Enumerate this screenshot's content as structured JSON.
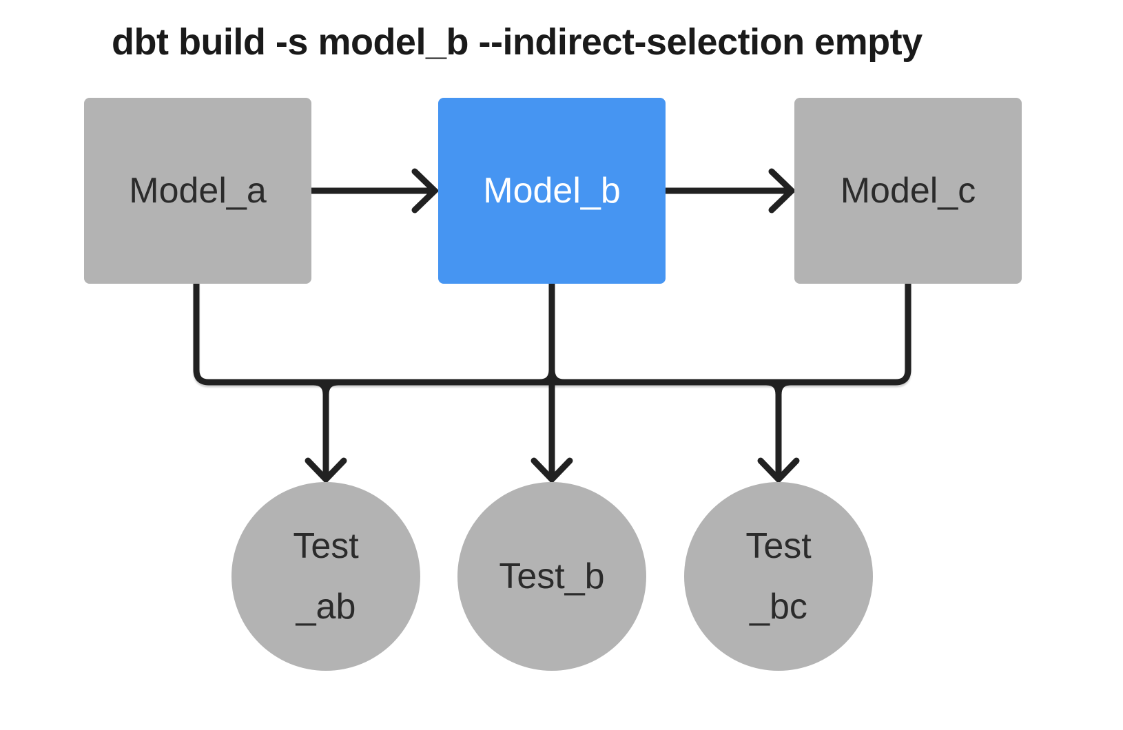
{
  "title": "dbt build -s model_b --indirect-selection empty",
  "nodes": {
    "models": [
      {
        "label": "Model_a",
        "selected": false
      },
      {
        "label": "Model_b",
        "selected": true
      },
      {
        "label": "Model_c",
        "selected": false
      }
    ],
    "tests": [
      {
        "line1": "Test",
        "line2": "_ab"
      },
      {
        "line1": "Test_b",
        "line2": ""
      },
      {
        "line1": "Test",
        "line2": "_bc"
      }
    ]
  },
  "edges": [
    {
      "from": "Model_a",
      "to": "Model_b",
      "style": "arrow"
    },
    {
      "from": "Model_b",
      "to": "Model_c",
      "style": "arrow"
    },
    {
      "from": "Model_a",
      "to": "Test_ab",
      "style": "arrow"
    },
    {
      "from": "Model_b",
      "to": "Test_ab",
      "style": "arrow"
    },
    {
      "from": "Model_b",
      "to": "Test_b",
      "style": "arrow"
    },
    {
      "from": "Model_b",
      "to": "Test_bc",
      "style": "arrow"
    },
    {
      "from": "Model_c",
      "to": "Test_bc",
      "style": "arrow"
    }
  ],
  "colors": {
    "background": "#ffffff",
    "selected": "#4695f2",
    "node_gray": "#b3b3b3",
    "line": "#212121",
    "title_text": "#1a1a1a",
    "node_text": "#2b2b2b",
    "text_light": "#ffffff"
  }
}
